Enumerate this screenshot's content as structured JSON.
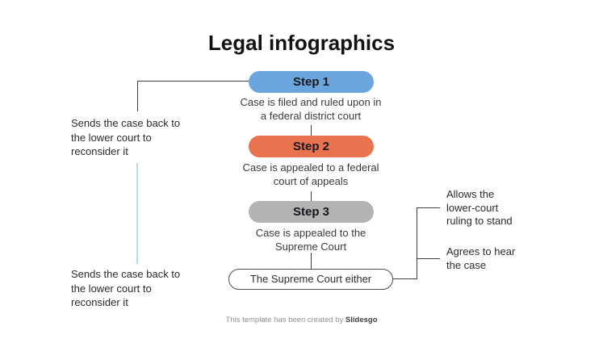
{
  "title": "Legal infographics",
  "colors": {
    "step1_fill": "#6ba5de",
    "step2_fill": "#e9734e",
    "step3_fill": "#b3b3b3",
    "outcome_border": "#4f4f4f",
    "connector_dark": "#3d3d3d",
    "connector_light_blue": "#b5dbeb"
  },
  "steps": [
    {
      "label": "Step 1",
      "caption": "Case is filed and ruled upon in\na federal district court"
    },
    {
      "label": "Step 2",
      "caption": "Case is appealed to a federal\ncourt of appeals"
    },
    {
      "label": "Step 3",
      "caption": "Case is appealed to the\nSupreme Court"
    }
  ],
  "outcome": {
    "label": "The Supreme Court either"
  },
  "left_annotations": [
    "Sends the case back to\nthe lower court to\nreconsider it",
    "Sends the case back to\nthe lower court to\nreconsider it"
  ],
  "right_annotations": [
    "Allows the\nlower-court\nruling to stand",
    "Agrees to hear\nthe case"
  ],
  "footer": {
    "prefix": "This template has been created by ",
    "brand": "Slidesgo"
  }
}
